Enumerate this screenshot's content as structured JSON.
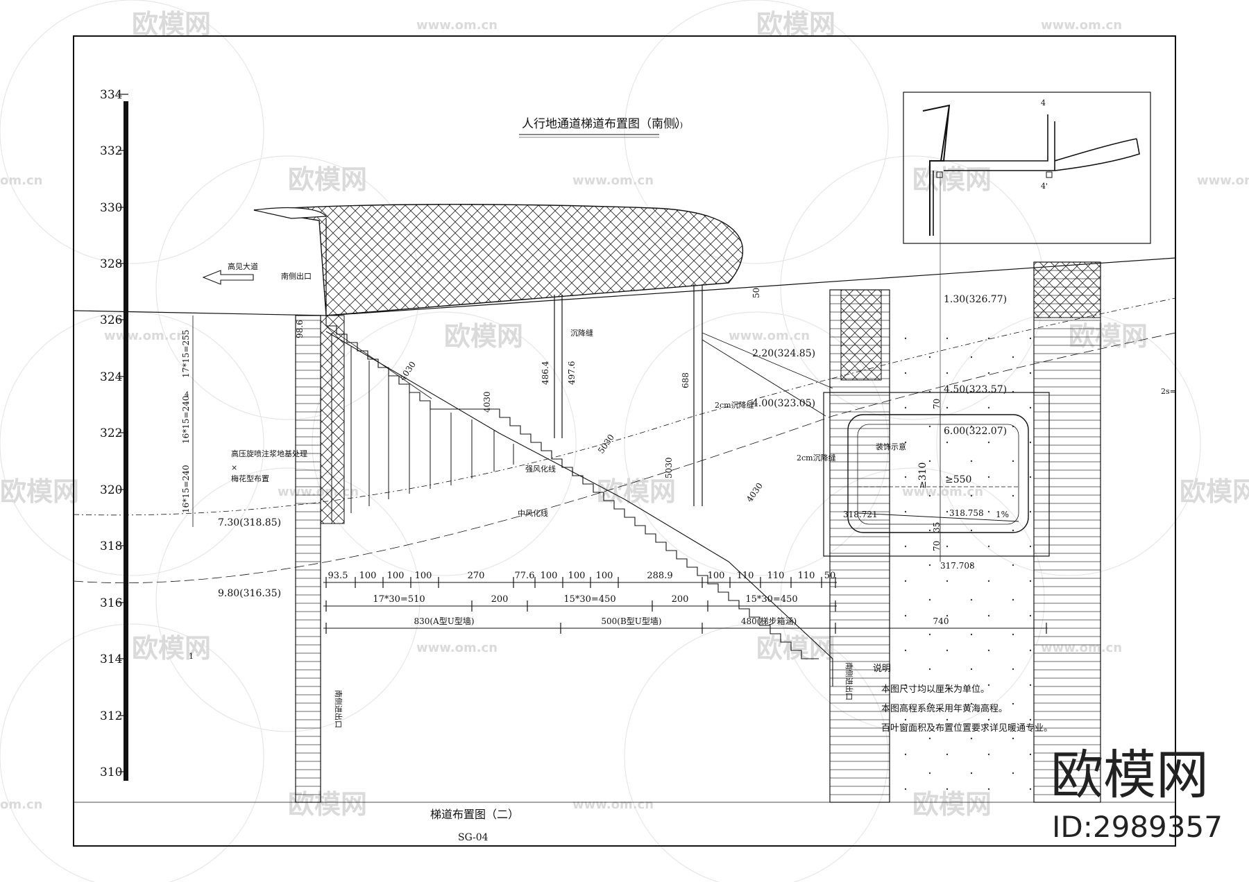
{
  "drawing": {
    "title": "人行地通道梯道布置图（南侧）",
    "title_mark": "( )",
    "subtitle": "梯道布置图（二）",
    "sheet_no": "SG-04"
  },
  "elevation_scale": {
    "ticks": [
      "334",
      "332",
      "330",
      "328",
      "326",
      "324",
      "322",
      "320",
      "318",
      "316",
      "314",
      "312",
      "310"
    ]
  },
  "labels": {
    "direction": "高见大道",
    "south_exit": "南侧出口",
    "ground_treat": "高压旋喷注浆地基处理",
    "ground_treat_x": "×",
    "pile_layout": "梅花型布置",
    "strong_weather": "强风化线",
    "mid_weather": "中风化线",
    "settle_joint": "沉降缝",
    "settle_2cm_a": "2cm沉降缝",
    "settle_2cm_b": "2cm沉降缝",
    "decoration": "装饰示意",
    "slope": "1%",
    "left_stair_seq": "17*15=255",
    "left_mid_seq": "16*15=240",
    "left_low_seq": "16*15=240",
    "left_small": "4",
    "exit_left": "南侧进出口",
    "exit_right": "南侧进出口",
    "right_cut": "2s=",
    "small_mark": "1"
  },
  "elevation_marks": {
    "e1": "1.30(326.77)",
    "e2": "2.20(324.85)",
    "e3": "4.00(323.05)",
    "e4": "4.50(323.57)",
    "e5": "6.00(322.07)",
    "e6": "7.30(318.85)",
    "e7": "9.80(316.35)",
    "l1": "318.721",
    "l2": "318.758",
    "l3": "317.708"
  },
  "vertical_dims": {
    "d98": "98.6",
    "d4030a": "4030",
    "d4030b": "4030",
    "d486": "486.4",
    "d497": "497.6",
    "d688": "688",
    "d5030a": "5030",
    "d5030b": "5030",
    "d4030c": "4030",
    "d50": "50",
    "d70a": "70",
    "d70b": "70",
    "d35": "35",
    "d310": "≥310",
    "d550": "≥550",
    "d4": "4",
    "d4b": "4'"
  },
  "dim_row1": [
    "93.5",
    "100",
    "100",
    "100",
    "270",
    "77.6",
    "100",
    "100",
    "100",
    "288.9",
    "100",
    "110",
    "110",
    "110",
    "50"
  ],
  "dim_row2": [
    "17*30=510",
    "200",
    "15*30=450",
    "200",
    "15*30=450"
  ],
  "dim_row3": [
    "830(A型U型墙)",
    "500(B型U型墙)",
    "480(梯步箱涵)",
    "740"
  ],
  "notes": {
    "heading": "说明",
    "items": [
      "本图尺寸均以厘米为单位。",
      "本图高程系统采用年黄海高程。",
      "百叶窗面积及布置位置要求详见暖通专业。"
    ]
  },
  "watermark": {
    "brand_cn": "欧模网",
    "site": "www.om.cn",
    "short_site": "om.cn",
    "id_text": "ID:2989357"
  }
}
